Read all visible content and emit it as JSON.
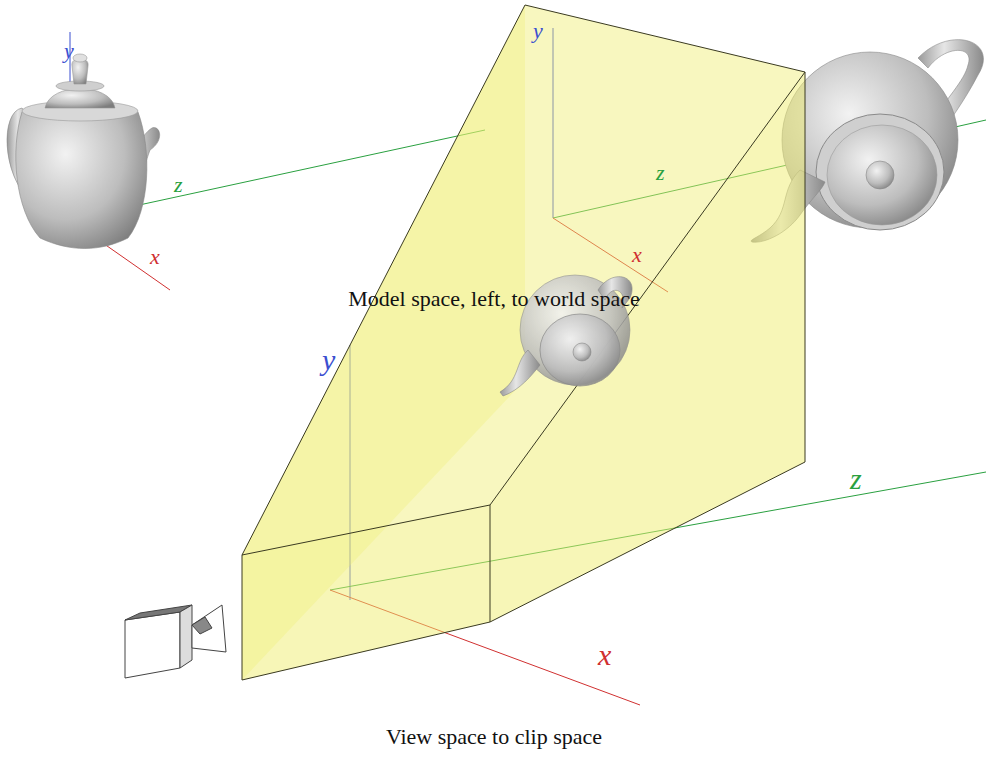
{
  "diagram": {
    "labels": [
      "y",
      "z",
      "x",
      "y",
      "z",
      "x",
      "Model space, left, to world space",
      "y",
      "z",
      "x",
      "View space to clip space"
    ]
  }
}
